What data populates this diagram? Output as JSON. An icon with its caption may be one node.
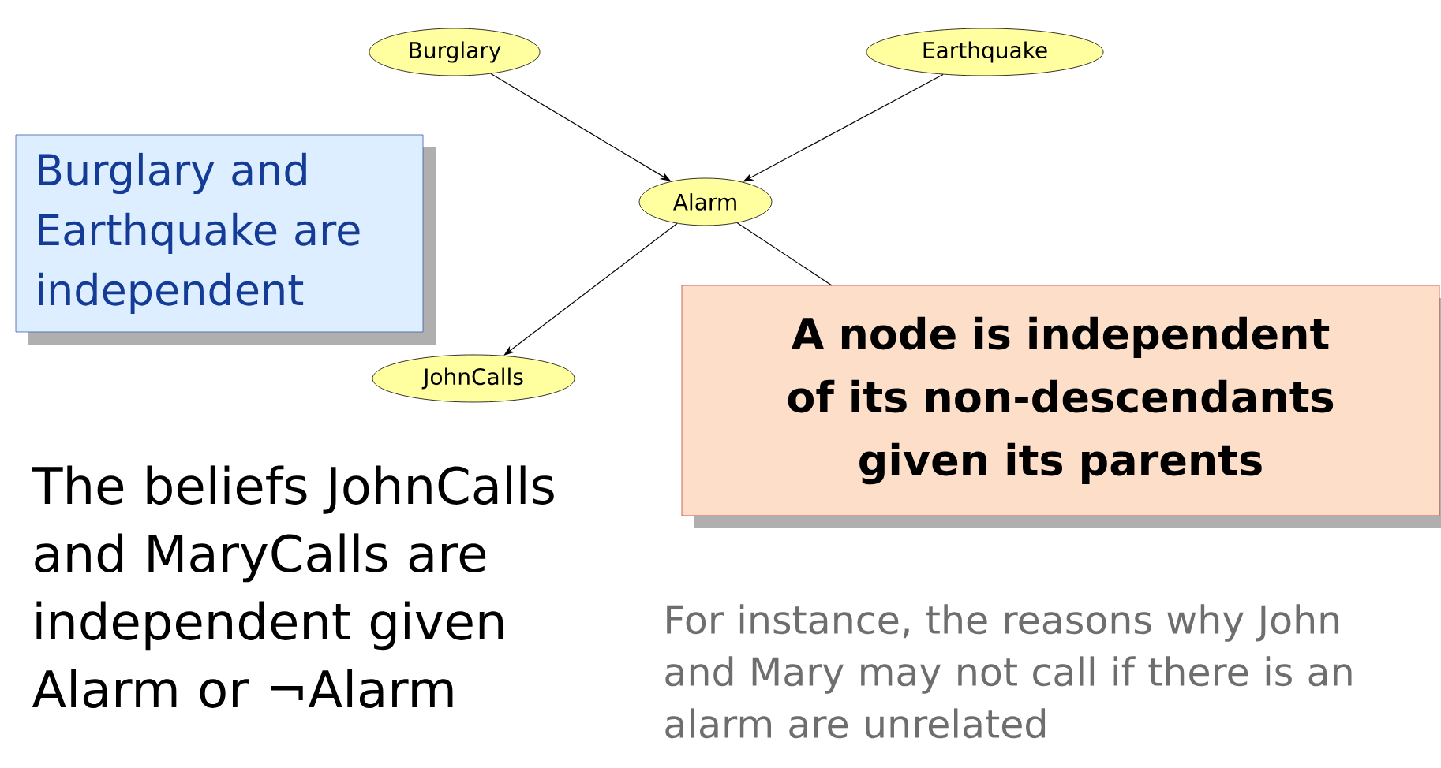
{
  "diagram": {
    "nodes": [
      {
        "text": [
          "Burglary"
        ]
      },
      {
        "text": [
          "Earthquake"
        ]
      },
      {
        "text": [
          "Alarm"
        ]
      },
      {
        "text": [
          "JohnCalls"
        ]
      },
      {
        "text": [
          "Burglary and Earthquake are independent"
        ]
      },
      {
        "text": [
          "A node is independent of its non-descendants given its parents"
        ]
      }
    ],
    "edges": [
      {
        "from": 0,
        "to": 2,
        "arrow": "to"
      },
      {
        "from": 1,
        "to": 2,
        "arrow": "to"
      },
      {
        "from": 2,
        "to": 3,
        "arrow": "to"
      },
      {
        "from": 2,
        "to": 5,
        "arrow": "none"
      }
    ],
    "labels": [
      "The beliefs JohnCalls and MaryCalls are independent given Alarm or ¬Alarm",
      "For instance, the reasons why John and Mary may not call if there is an alarm are unrelated"
    ]
  }
}
